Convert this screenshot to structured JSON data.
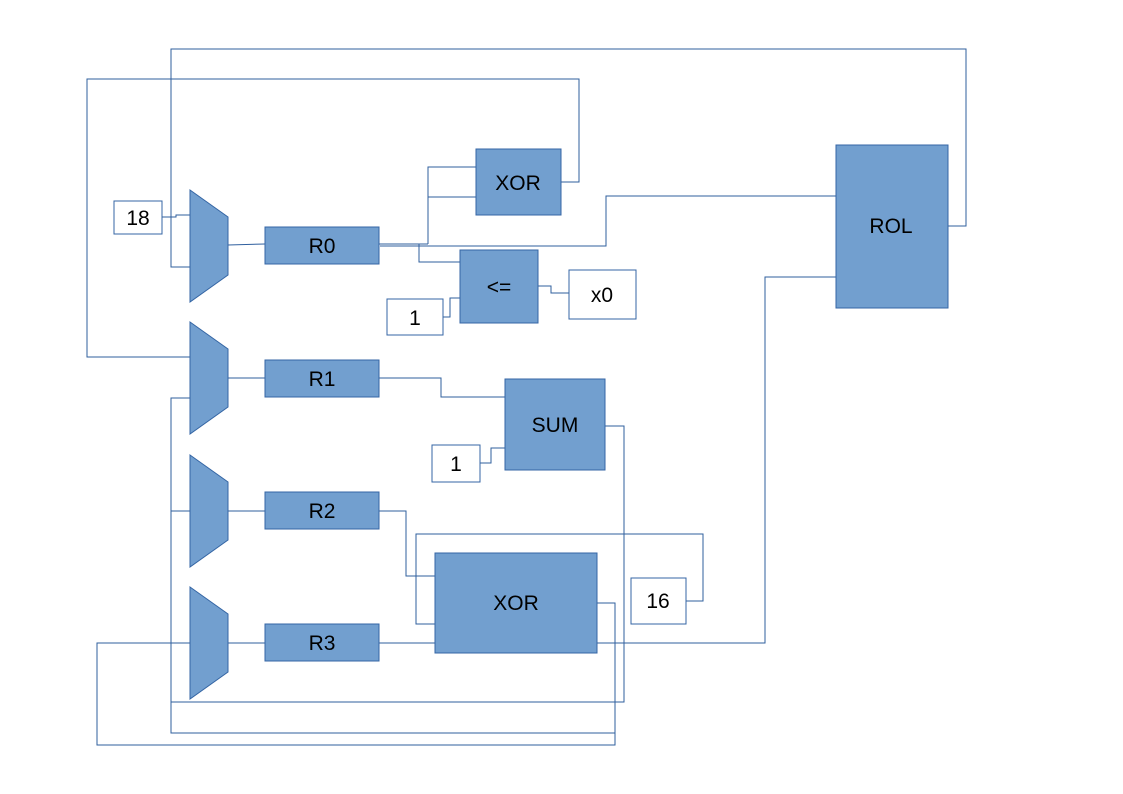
{
  "registers": [
    "R0",
    "R1",
    "R2",
    "R3"
  ],
  "blocks": {
    "xor_top": "XOR",
    "compare": "<=",
    "sum": "SUM",
    "xor_bottom": "XOR",
    "rol": "ROL"
  },
  "constants": {
    "c18": "18",
    "c1_compare": "1",
    "c1_sum": "1",
    "c16": "16",
    "x0": "x0"
  },
  "colors": {
    "block_fill": "#729fcf",
    "block_stroke": "#3465a4",
    "wire": "#2f5f9e"
  }
}
